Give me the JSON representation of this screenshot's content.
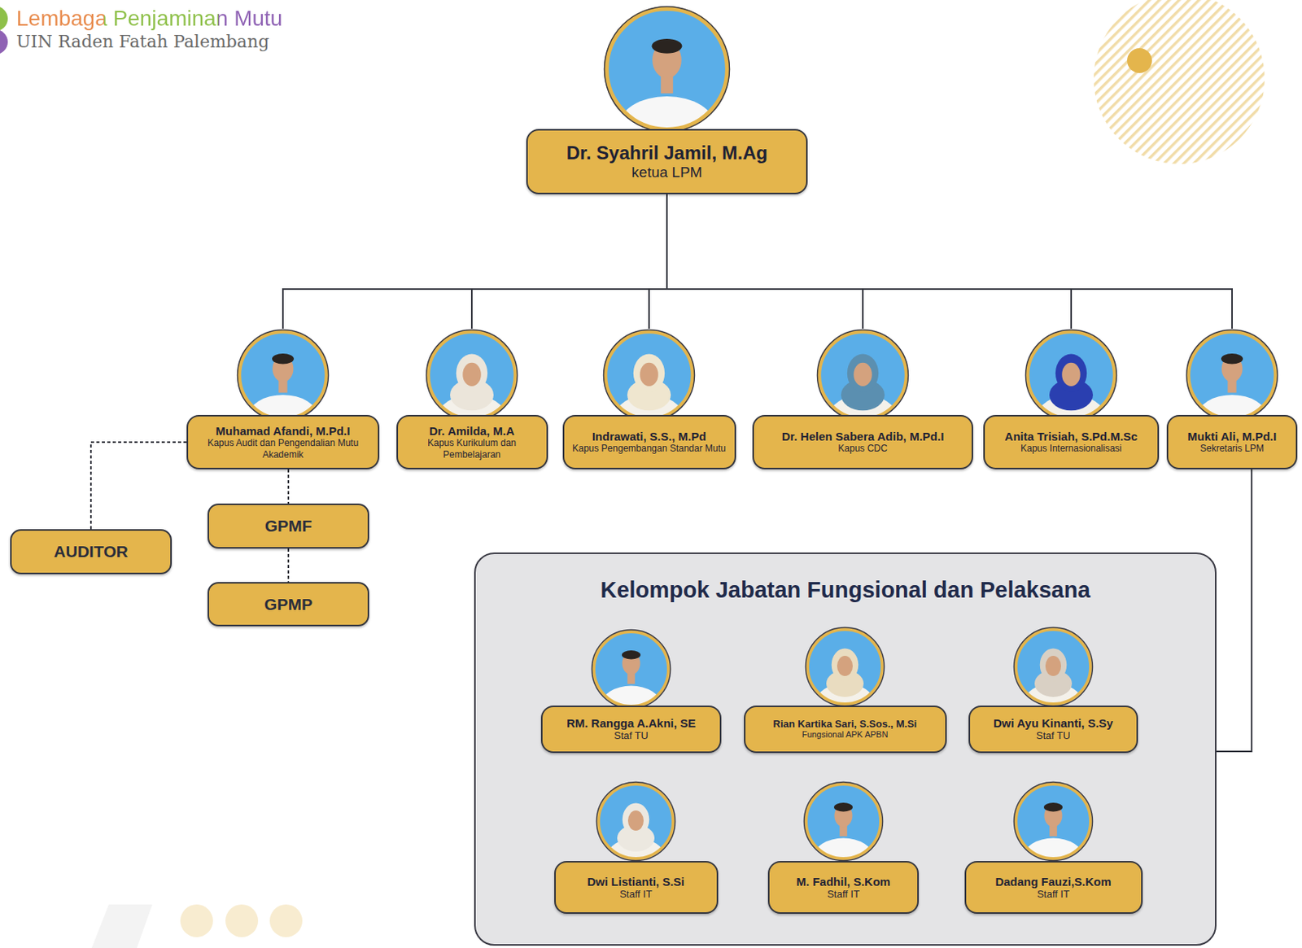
{
  "diagram": {
    "nodes": [
      {
        "text": [
          "Dr. Syahril Jamil, M.Ag",
          "ketua LPM"
        ]
      },
      {
        "text": [
          "Muhamad Afandi, M.Pd.I",
          "Kapus Audit dan Pengendalian Mutu Akademik"
        ]
      },
      {
        "text": [
          "Dr. Amilda, M.A",
          "Kapus Kurikulum dan Pembelajaran"
        ]
      },
      {
        "text": [
          "Indrawati, S.S., M.Pd",
          "Kapus Pengembangan Standar Mutu"
        ]
      },
      {
        "text": [
          "Dr. Helen Sabera Adib, M.Pd.I",
          "Kapus CDC"
        ]
      },
      {
        "text": [
          "Anita Trisiah, S.Pd.M.Sc",
          "Kapus Internasionalisasi"
        ]
      },
      {
        "text": [
          "Mukti Ali, M.Pd.I",
          "Sekretaris LPM"
        ]
      },
      {
        "text": [
          "GPMF"
        ]
      },
      {
        "text": [
          "AUDITOR"
        ]
      },
      {
        "text": [
          "GPMP"
        ]
      },
      {
        "text": [
          "Kelompok Jabatan Fungsional dan Pelaksana"
        ]
      },
      {
        "text": [
          "RM. Rangga A.Akni, SE",
          "Staf TU"
        ],
        "in": 10
      },
      {
        "text": [
          "Rian Kartika Sari, S.Sos., M.Si",
          "Fungsional APK APBN"
        ],
        "in": 10
      },
      {
        "text": [
          "Dwi Ayu Kinanti, S.Sy",
          "Staf TU"
        ],
        "in": 10
      },
      {
        "text": [
          "Dwi Listianti, S.Si",
          "Staff IT"
        ],
        "in": 10
      },
      {
        "text": [
          "M. Fadhil, S.Kom",
          "Staff IT"
        ],
        "in": 10
      },
      {
        "text": [
          "Dadang Fauzi,S.Kom",
          "Staff IT"
        ],
        "in": 10
      }
    ],
    "edges": [
      {
        "from": 0,
        "to": 1,
        "arrow": "none"
      },
      {
        "from": 0,
        "to": 2,
        "arrow": "none"
      },
      {
        "from": 0,
        "to": 3,
        "arrow": "none"
      },
      {
        "from": 0,
        "to": 4,
        "arrow": "none"
      },
      {
        "from": 0,
        "to": 5,
        "arrow": "none"
      },
      {
        "from": 0,
        "to": 6,
        "arrow": "none"
      },
      {
        "from": 1,
        "to": 8,
        "arrow": "none"
      },
      {
        "from": 1,
        "to": 7,
        "arrow": "none"
      },
      {
        "from": 7,
        "to": 9,
        "arrow": "none"
      },
      {
        "from": 6,
        "to": 10,
        "arrow": "none"
      }
    ],
    "labels": [
      "Lembaga Penjaminan Mutu",
      "UIN Raden Fatah Palembang"
    ]
  }
}
